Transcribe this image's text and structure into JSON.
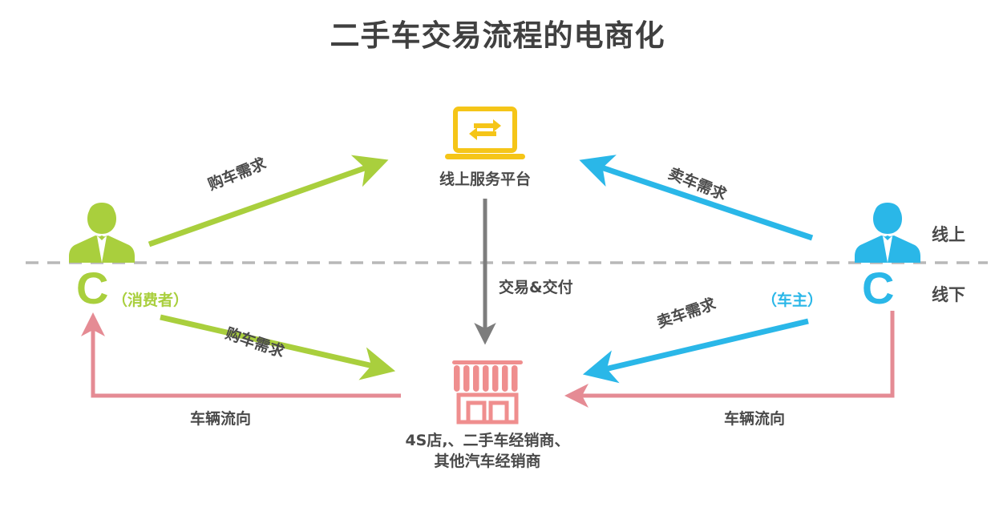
{
  "title": "二手车交易流程的电商化",
  "nodes": {
    "platform": {
      "label": "线上服务平台",
      "icon": "laptop-exchange-icon",
      "color": "#f5c518"
    },
    "consumer": {
      "letter": "C",
      "paren": "（消费者）",
      "icon": "person-icon",
      "color": "#a9cf3d"
    },
    "owner": {
      "letter": "C",
      "paren": "（车主）",
      "icon": "person-icon",
      "color": "#2ab7e8"
    },
    "dealer": {
      "label_line1": "4S店,、二手车经销商、",
      "label_line2": "其他汽车经销商",
      "icon": "shop-icon",
      "color": "#ef8e8e"
    }
  },
  "flows": {
    "buy_demand_online": "购车需求",
    "buy_demand_offline": "购车需求",
    "sell_demand_online": "卖车需求",
    "sell_demand_offline": "卖车需求",
    "transaction_delivery": "交易&交付",
    "vehicle_flow_left": "车辆流向",
    "vehicle_flow_right": "车辆流向"
  },
  "axis": {
    "online": "线上",
    "offline": "线下",
    "divider": "dashed-horizontal-line"
  },
  "colors": {
    "green": "#a9cf3d",
    "blue": "#2ab7e8",
    "pink": "#e58b94",
    "yellow": "#f5c518",
    "gray": "#7d7d7d",
    "text": "#4a4a4a"
  }
}
